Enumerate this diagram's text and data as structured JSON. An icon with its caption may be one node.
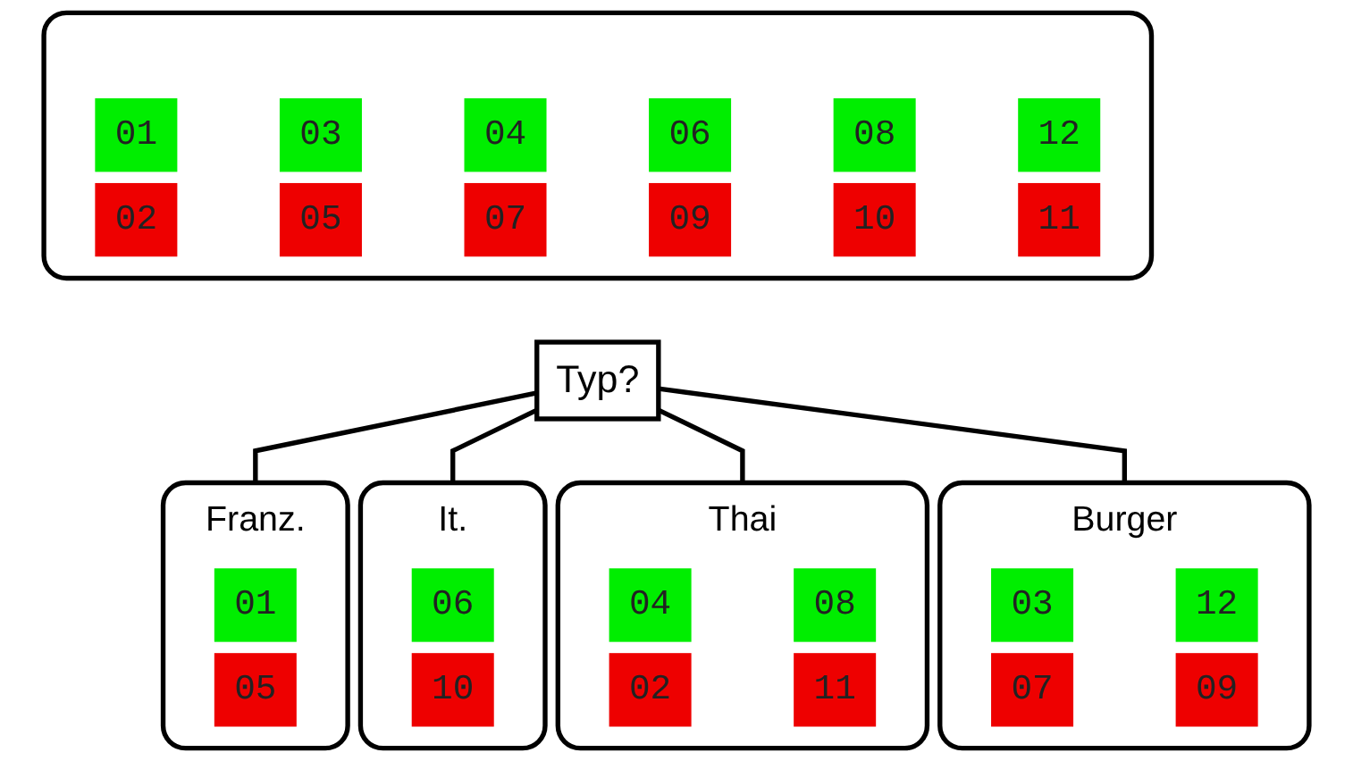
{
  "diagram": {
    "nodes": [
      {
        "text": [],
        "shape": "box"
      },
      {
        "text": [
          "01"
        ],
        "in": 0
      },
      {
        "text": [
          "03"
        ],
        "in": 0
      },
      {
        "text": [
          "04"
        ],
        "in": 0
      },
      {
        "text": [
          "06"
        ],
        "in": 0
      },
      {
        "text": [
          "08"
        ],
        "in": 0
      },
      {
        "text": [
          "12"
        ],
        "in": 0
      },
      {
        "text": [
          "02"
        ],
        "in": 0
      },
      {
        "text": [
          "05"
        ],
        "in": 0
      },
      {
        "text": [
          "07"
        ],
        "in": 0
      },
      {
        "text": [
          "09"
        ],
        "in": 0
      },
      {
        "text": [
          "10"
        ],
        "in": 0
      },
      {
        "text": [
          "11"
        ],
        "in": 0
      },
      {
        "text": [
          "Typ?"
        ]
      },
      {
        "text": [
          "Franz."
        ]
      },
      {
        "text": [
          "01"
        ],
        "in": 14
      },
      {
        "text": [
          "05"
        ],
        "in": 14
      },
      {
        "text": [
          "It."
        ]
      },
      {
        "text": [
          "06"
        ],
        "in": 17
      },
      {
        "text": [
          "10"
        ],
        "in": 17
      },
      {
        "text": [
          "Thai"
        ]
      },
      {
        "text": [
          "04"
        ],
        "in": 20
      },
      {
        "text": [
          "08"
        ],
        "in": 20
      },
      {
        "text": [
          "02"
        ],
        "in": 20
      },
      {
        "text": [
          "11"
        ],
        "in": 20
      },
      {
        "text": [
          "Burger"
        ]
      },
      {
        "text": [
          "03"
        ],
        "in": 25
      },
      {
        "text": [
          "12"
        ],
        "in": 25
      },
      {
        "text": [
          "07"
        ],
        "in": 25
      },
      {
        "text": [
          "09"
        ],
        "in": 25
      }
    ],
    "edges": [
      {
        "from": 13,
        "to": 14,
        "arrow": "none"
      },
      {
        "from": 13,
        "to": 17,
        "arrow": "none"
      },
      {
        "from": 13,
        "to": 20,
        "arrow": "none"
      },
      {
        "from": 13,
        "to": 25,
        "arrow": "none"
      }
    ]
  }
}
